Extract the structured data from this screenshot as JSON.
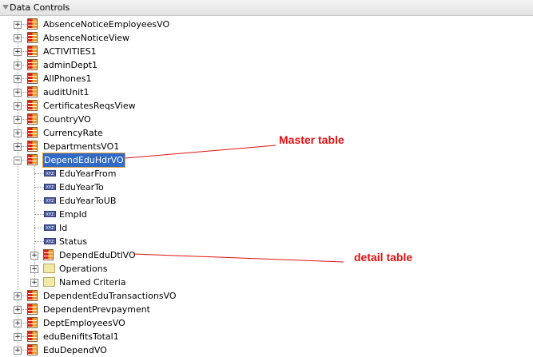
{
  "panel": {
    "title": "Data Controls"
  },
  "top_items": [
    "AbsenceNoticeEmployeesVO",
    "AbsenceNoticeView",
    "ACTIVITIES1",
    "adminDept1",
    "AllPhones1",
    "auditUnit1",
    "CertificatesReqsView",
    "CountryVO",
    "CurrencyRate",
    "DepartmentsVO1"
  ],
  "selected": {
    "label": "DependEduHdrVO",
    "attributes": [
      "EduYearFrom",
      "EduYearTo",
      "EduYearToUB",
      "EmpId",
      "Id",
      "Status"
    ],
    "detail": "DependEduDtlVO",
    "folders": [
      "Operations",
      "Named Criteria"
    ]
  },
  "bottom_items": [
    "DependentEduTransactionsVO",
    "DependentPrevpayment",
    "DeptEmployeesVO",
    "eduBenifitsTotal1",
    "EduDependVO"
  ],
  "annotations": {
    "master": "Master table",
    "detail": "detail table"
  },
  "attr_icon_text": "XYZ"
}
